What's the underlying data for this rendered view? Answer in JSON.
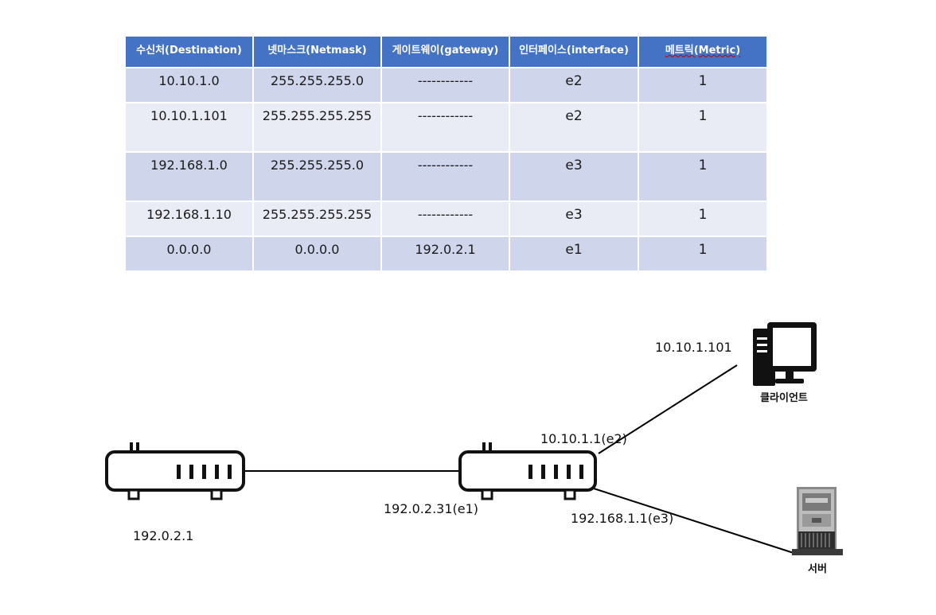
{
  "routing_table": {
    "headers": [
      "수신처(Destination)",
      "넷마스크(Netmask)",
      "게이트웨이(gateway)",
      "인터페이스(interface)",
      "메트릭(Metric)"
    ],
    "rows": [
      [
        "10.10.1.0",
        "255.255.255.0",
        "------------",
        "e2",
        "1"
      ],
      [
        "10.10.1.101",
        "255.255.255.255",
        "------------",
        "e2",
        "1"
      ],
      [
        "192.168.1.0",
        "255.255.255.0",
        "------------",
        "e3",
        "1"
      ],
      [
        "192.168.1.10",
        "255.255.255.255",
        "------------",
        "e3",
        "1"
      ],
      [
        "0.0.0.0",
        "0.0.0.0",
        "192.0.2.1",
        "e1",
        "1"
      ]
    ]
  },
  "diagram": {
    "left_router_label": "192.0.2.1",
    "router_e1_label": "192.0.2.31(e1)",
    "router_e2_label": "10.10.1.1(e2)",
    "router_e3_label": "192.168.1.1(e3)",
    "client_ip": "10.10.1.101",
    "client_caption": "클라이언트",
    "server_caption": "서버"
  },
  "colors": {
    "header_bg": "#4472c4",
    "row_band_dark": "#cfd5ea",
    "row_band_light": "#e9ebf5",
    "line": "#000000"
  }
}
